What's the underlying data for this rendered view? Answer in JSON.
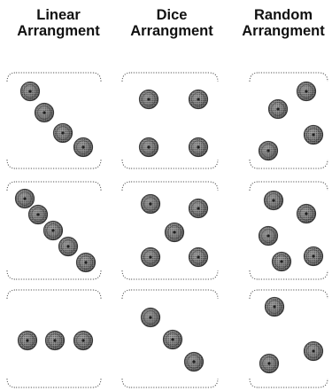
{
  "titles": {
    "linear": "Linear\nArrangment",
    "dice": "Dice\nArrangment",
    "random": "Random\nArrangment"
  },
  "colors": {
    "dot_fill": "#8a8a8a",
    "dot_dark": "#3a3a3a",
    "outline": "#555555"
  },
  "dot_arrangements": [
    {
      "column": "linear",
      "row": 1,
      "dots": 4
    },
    {
      "column": "dice",
      "row": 1,
      "dots": 4
    },
    {
      "column": "random",
      "row": 1,
      "dots": 4
    },
    {
      "column": "linear",
      "row": 2,
      "dots": 5
    },
    {
      "column": "dice",
      "row": 2,
      "dots": 5
    },
    {
      "column": "random",
      "row": 2,
      "dots": 5
    },
    {
      "column": "linear",
      "row": 3,
      "dots": 3
    },
    {
      "column": "dice",
      "row": 3,
      "dots": 3
    },
    {
      "column": "random",
      "row": 3,
      "dots": 3
    }
  ]
}
